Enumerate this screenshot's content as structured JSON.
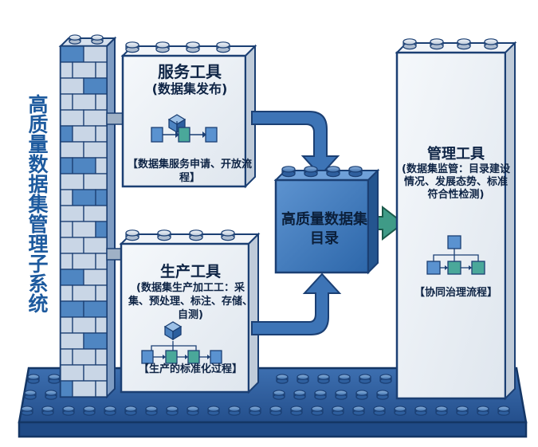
{
  "vertical_title": "高质量数据集管理子系统",
  "service_tool": {
    "title": "服务工具",
    "subtitle": "(数据集发布)",
    "footer": "【数据集服务申请、开放流程】"
  },
  "production_tool": {
    "title": "生产工具",
    "subtitle": "(数据集生产加工工：采集、预处理、标注、存储、自测)",
    "footer": "【生产的标准化过程】"
  },
  "catalog": {
    "label": "高质量数据集目录"
  },
  "management_tool": {
    "title": "管理工具",
    "subtitle": "(数据集监管：目录建设情况、发展态势、标准符合性检测)",
    "footer": "【协同治理流程】"
  },
  "colors": {
    "navy": "#1b3f73",
    "brick_light": "#c9d6e6",
    "brick_blue": "#4f86c2",
    "panel": "#e9eef4",
    "catalog_blue": "#3a78bf",
    "arrow_green": "#3f9b87",
    "base_blue": "#2f5e9e"
  }
}
